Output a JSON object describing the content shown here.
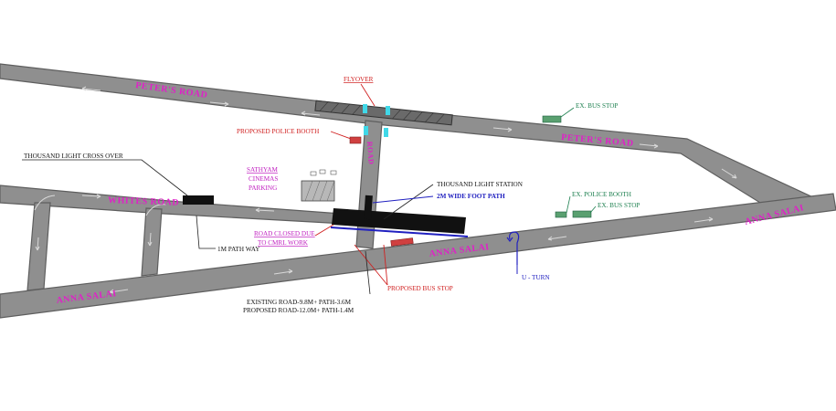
{
  "roads": {
    "peters_road_1": "PETER'S ROAD",
    "peters_road_2": "PETER'S ROAD",
    "whites_road": "WHITES ROAD",
    "anna_salai_1": "ANNA SALAI",
    "anna_salai_2": "ANNA SALAI",
    "anna_salai_3": "ANNA SALAI",
    "flyover_ramp": "ROAD"
  },
  "labels": {
    "flyover": "FLYOVER",
    "proposed_police_booth": "PROPOSED POLICE BOOTH",
    "ex_bus_stop_top": "EX. BUS STOP",
    "thousand_light_cross_over": "THOUSAND LIGHT CROSS OVER",
    "sathyam_line1": "SATHYAM",
    "sathyam_line2": "CINEMAS",
    "sathyam_line3": "PARKING",
    "thousand_light_station": "THOUSAND LIGHT STATION",
    "foot_path": "2M WIDE FOOT PATH",
    "ex_police_booth": "EX. POLICE BOOTH",
    "ex_bus_stop_right": "EX. BUS STOP",
    "road_closed_line1": "ROAD CLOSED DUE",
    "road_closed_line2": "TO CMRL WORK",
    "path_way": "1M PATH WAY",
    "u_turn": "U - TURN",
    "proposed_bus_stop": "PROPOSED BUS STOP",
    "existing_road": "EXISTING ROAD-9.8M+ PATH-3.6M",
    "proposed_road": "PROPOSED ROAD-12.0M+ PATH-1.4M"
  },
  "colors": {
    "road": "#8f8f8f",
    "road_name": "#e020c8",
    "red": "#d02020",
    "green": "#1e8050",
    "blue": "#2020c0",
    "magenta": "#c020c0",
    "cyan": "#40d8e8"
  }
}
